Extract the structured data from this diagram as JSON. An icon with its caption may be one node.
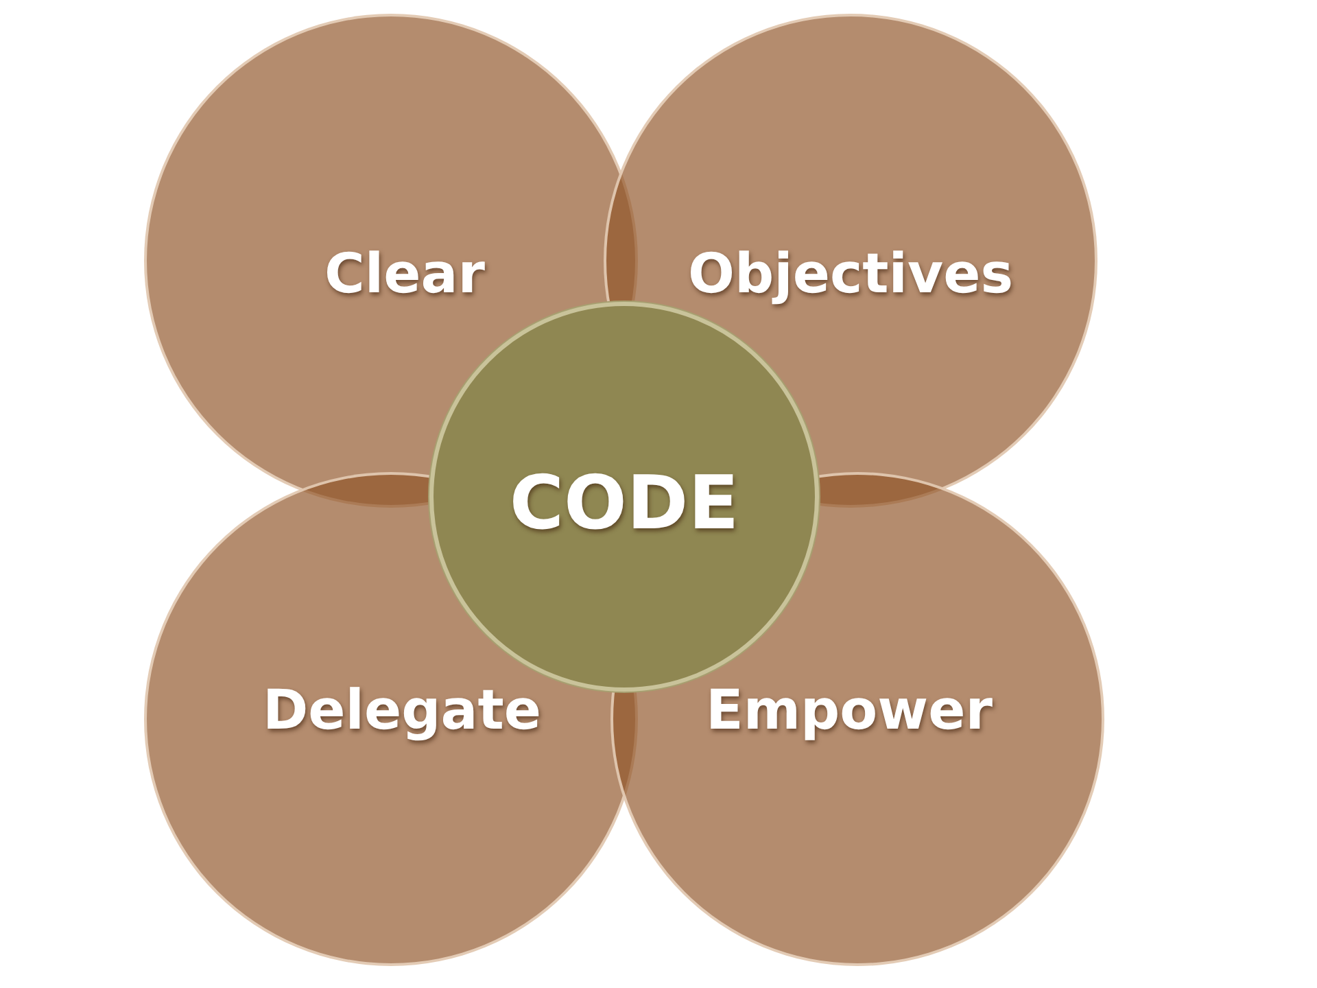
{
  "diagram": {
    "nodes": [
      {
        "text": [
          "Clear"
        ]
      },
      {
        "text": [
          "Objectives"
        ]
      },
      {
        "text": [
          "Delegate"
        ]
      },
      {
        "text": [
          "Empower"
        ]
      },
      {
        "text": [
          "CODE"
        ]
      }
    ]
  }
}
